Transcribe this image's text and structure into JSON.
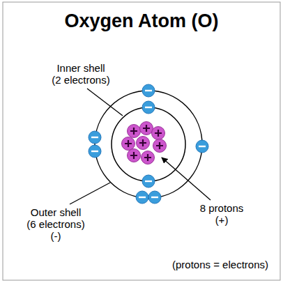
{
  "diagram": {
    "title": "Oxygen Atom (O)",
    "labels": [
      "Inner shell (2 electrons)",
      "Outer shell (6 electrons) (-)",
      "8 protons (+)",
      "(protons = electrons)"
    ]
  }
}
